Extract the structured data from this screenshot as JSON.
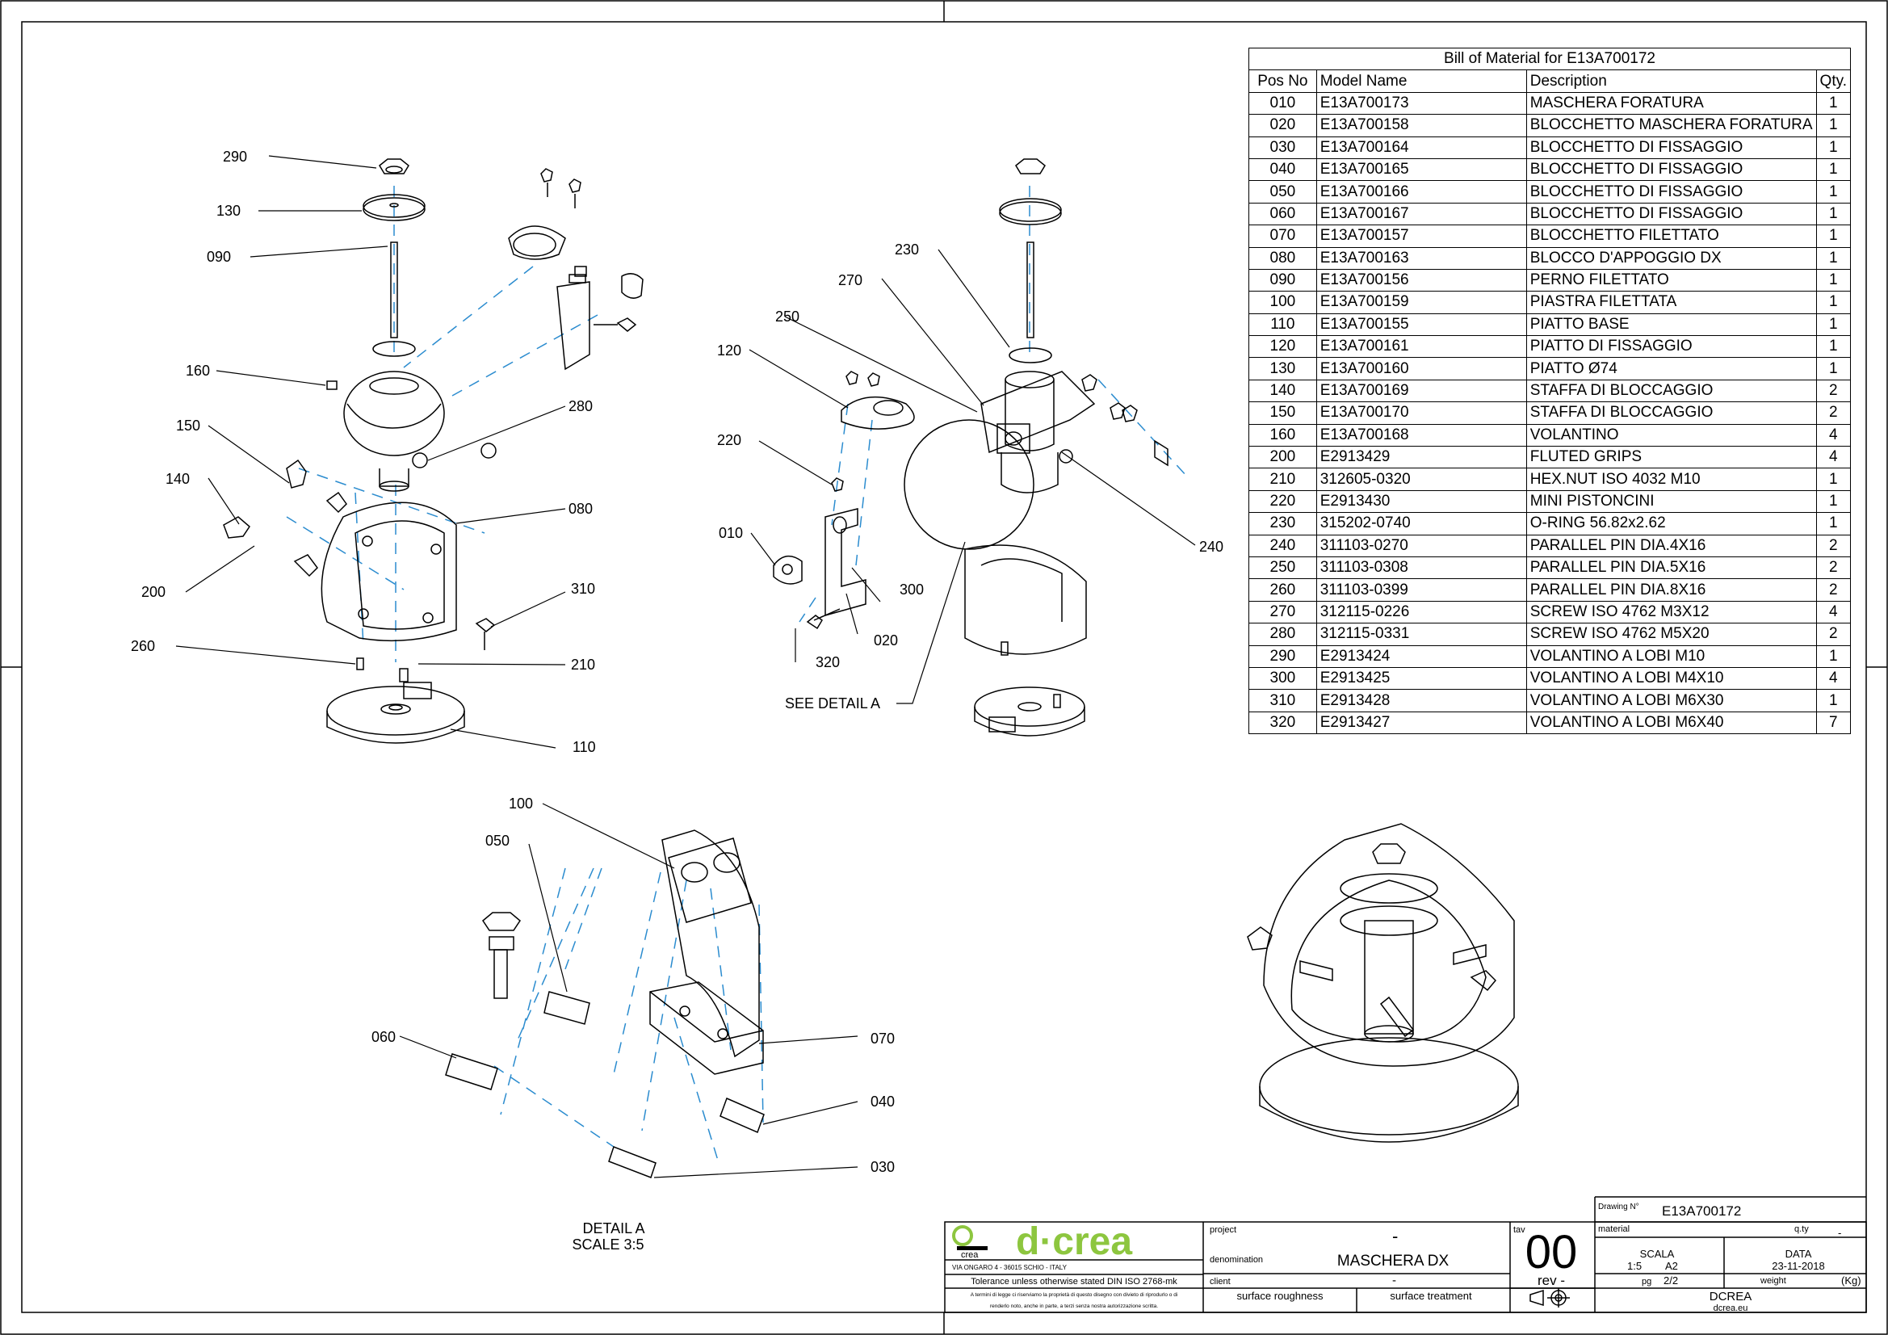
{
  "bom": {
    "title": "Bill of Material for E13A700172",
    "headers": [
      "Pos No",
      "Model Name",
      "Description",
      "Qty."
    ],
    "rows": [
      [
        "010",
        "E13A700173",
        "MASCHERA FORATURA",
        "1"
      ],
      [
        "020",
        "E13A700158",
        "BLOCCHETTO  MASCHERA FORATURA",
        "1"
      ],
      [
        "030",
        "E13A700164",
        "BLOCCHETTO DI FISSAGGIO",
        "1"
      ],
      [
        "040",
        "E13A700165",
        "BLOCCHETTO DI FISSAGGIO",
        "1"
      ],
      [
        "050",
        "E13A700166",
        "BLOCCHETTO DI FISSAGGIO",
        "1"
      ],
      [
        "060",
        "E13A700167",
        "BLOCCHETTO DI FISSAGGIO",
        "1"
      ],
      [
        "070",
        "E13A700157",
        "BLOCCHETTO FILETTATO",
        "1"
      ],
      [
        "080",
        "E13A700163",
        "BLOCCO D'APPOGGIO DX",
        "1"
      ],
      [
        "090",
        "E13A700156",
        "PERNO FILETTATO",
        "1"
      ],
      [
        "100",
        "E13A700159",
        "PIASTRA FILETTATA",
        "1"
      ],
      [
        "110",
        "E13A700155",
        "PIATTO BASE",
        "1"
      ],
      [
        "120",
        "E13A700161",
        "PIATTO DI FISSAGGIO",
        "1"
      ],
      [
        "130",
        "E13A700160",
        "PIATTO Ø74",
        "1"
      ],
      [
        "140",
        "E13A700169",
        "STAFFA DI BLOCCAGGIO",
        "2"
      ],
      [
        "150",
        "E13A700170",
        "STAFFA DI BLOCCAGGIO",
        "2"
      ],
      [
        "160",
        "E13A700168",
        "VOLANTINO",
        "4"
      ],
      [
        "200",
        "E2913429",
        "FLUTED GRIPS",
        "4"
      ],
      [
        "210",
        "312605-0320",
        "HEX.NUT ISO 4032 M10",
        "1"
      ],
      [
        "220",
        "E2913430",
        "MINI PISTONCINI",
        "1"
      ],
      [
        "230",
        "315202-0740",
        "O-RING 56.82x2.62",
        "1"
      ],
      [
        "240",
        "311103-0270",
        "PARALLEL PIN DIA.4X16",
        "2"
      ],
      [
        "250",
        "311103-0308",
        "PARALLEL PIN DIA.5X16",
        "2"
      ],
      [
        "260",
        "311103-0399",
        "PARALLEL PIN DIA.8X16",
        "2"
      ],
      [
        "270",
        "312115-0226",
        "SCREW ISO 4762 M3X12",
        "4"
      ],
      [
        "280",
        "312115-0331",
        "SCREW ISO 4762 M5X20",
        "2"
      ],
      [
        "290",
        "E2913424",
        "VOLANTINO A LOBI M10",
        "1"
      ],
      [
        "300",
        "E2913425",
        "VOLANTINO A LOBI M4X10",
        "4"
      ],
      [
        "310",
        "E2913428",
        "VOLANTINO A LOBI M6X30",
        "1"
      ],
      [
        "320",
        "E2913427",
        "VOLANTINO A LOBI M6X40",
        "7"
      ]
    ]
  },
  "callouts": {
    "c290": "290",
    "c130": "130",
    "c090": "090",
    "c160": "160",
    "c150": "150",
    "c140": "140",
    "c200": "200",
    "c260": "260",
    "c280": "280",
    "c080": "080",
    "c310": "310",
    "c210": "210",
    "c110": "110",
    "c230": "230",
    "c270": "270",
    "c250": "250",
    "c120": "120",
    "c220": "220",
    "c010": "010",
    "c300": "300",
    "c020": "020",
    "c320": "320",
    "c240": "240",
    "c100": "100",
    "c050": "050",
    "c060": "060",
    "c070": "070",
    "c040": "040",
    "c030": "030"
  },
  "see_detail": "SEE DETAIL  A",
  "detail": {
    "title": "DETAIL  A",
    "scale": "SCALE  3:5"
  },
  "title_block": {
    "logo_text": "d·crea",
    "logo_small": "crea",
    "address": "VIA ONGARO 4 - 36015 SCHIO - ITALY",
    "tolerance": "Tolerance unless otherwise stated DIN ISO 2768-mk",
    "legal_1": "A termini di legge ci riserviamo la proprietà di questo disegno con divieto di riprodurlo o di",
    "legal_2": "renderlo noto, anche in parte, a terzi senza nostra autorizzazione scritta.",
    "project_label": "project",
    "project_value": "-",
    "denomination_label": "denomination",
    "denomination_value": "MASCHERA DX",
    "client_label": "client",
    "client_value": "-",
    "surface_roughness": "surface roughness",
    "surface_treatment": "surface treatment",
    "tav_label": "tav",
    "tav_value": "00",
    "rev_label": "rev -",
    "drawing_label": "Drawing N°",
    "drawing_value": "E13A700172",
    "material_label": "material",
    "qty_label": "q.ty",
    "qty_value": "-",
    "scala_label": "SCALA",
    "scala_value": "1:5",
    "format_value": "A2",
    "data_label": "DATA",
    "data_value": "23-11-2018",
    "pg_label": "pg",
    "pg_value": "2/2",
    "weight_label": "weight",
    "weight_unit": "(Kg)",
    "company": "DCREA",
    "website": "dcrea.eu"
  },
  "colors": {
    "line": "#000000",
    "dashed": "#2b8ccf",
    "logo_green": "#8dc63f"
  }
}
